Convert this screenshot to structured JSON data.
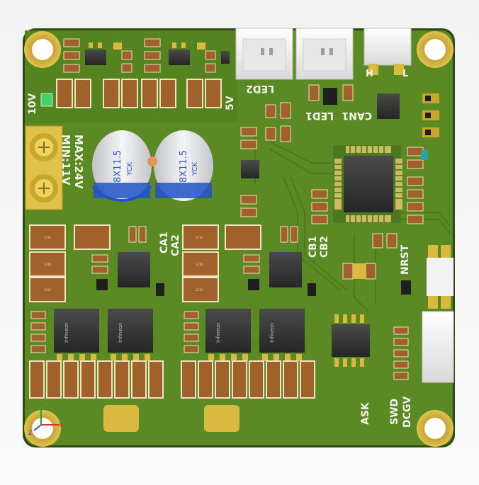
{
  "board": {
    "colors": {
      "background": "#f4f4f4",
      "pcb": "#5b8a24",
      "pcb_edge": "#2f4a14",
      "pcb_dark": "#4a7a1c",
      "silkscreen": "#f4f4ee",
      "pad_gold": "#d9b93f",
      "ic_body": "#3a3a3a",
      "passive_body": "#a0622a",
      "connector_white": "#f2f2f2",
      "cap_label_blue": "#2b55c7"
    },
    "labels": {
      "v10": "10V",
      "v5": "5V",
      "led2": "LED2",
      "led1": "LED1",
      "can1": "CAN1",
      "max24v": "MAX:24V",
      "min11v": "MIN:11V",
      "ca1": "CA1",
      "ca2": "CA2",
      "cb1": "CB1",
      "cb2": "CB2",
      "nrst": "NRST",
      "ask": "ASK",
      "swd": "SWD",
      "dcgv": "DCGV",
      "h": "H",
      "l": "L"
    },
    "capacitors": [
      {
        "size": "8X11.5",
        "brand": "YCK"
      },
      {
        "size": "8X11.5",
        "brand": "YCK"
      }
    ],
    "mosfet_brand": "Infineon",
    "resistor_code": "1210",
    "axes": {
      "x": "X",
      "y": "Y",
      "z": "Z"
    }
  }
}
